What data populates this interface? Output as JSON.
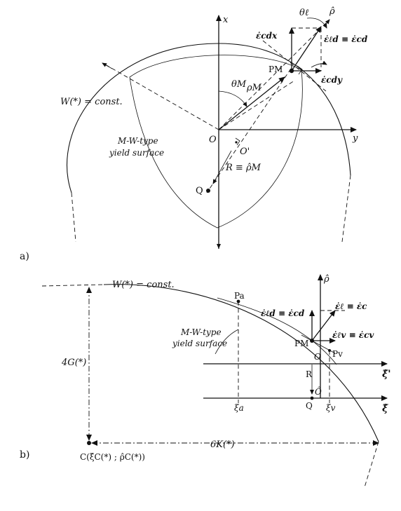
{
  "panel_a": {
    "label": "a)",
    "x_axis": "x",
    "y_axis": "y",
    "rho_axis": "ρ̂",
    "theta_l": "θℓ",
    "eps_d_x": "ε̇cdx",
    "eps_d_eq": "ε̇ℓd ≡ ε̇cd",
    "eps_d_y": "ε̇cdy",
    "P_M": "PM",
    "theta_M": "θM",
    "rho_M": "ρM",
    "O": "O",
    "O_prime": "O'",
    "W_label": "W(*) = const.",
    "yield_line1": "M-W-type",
    "yield_line2": "yield surface",
    "R_label": "R ≡ ρ̂M",
    "Q": "Q"
  },
  "panel_b": {
    "label": "b)",
    "rho_axis": "ρ̂",
    "W_label": "W(*) = const.",
    "P_a": "Pa",
    "eps_d": "ε̇ℓd ≡ ε̇cd",
    "eps_l": "ε̇ℓ ≡ ε̇c",
    "eps_v": "ε̇ℓv ≡ ε̇cv",
    "yield_line1": "M-W-type",
    "yield_line2": "yield surface",
    "P_M": "PM",
    "P_v": "Pv",
    "O": "O",
    "O_hat": "Ô",
    "R": "R",
    "Q": "Q",
    "xi_prime": "ξ̂'",
    "xi_hat": "ξ̂",
    "xi_a": "ξa",
    "xi_v": "ξv",
    "four_G": "4G(*)",
    "six_K": "6K(*)",
    "C_label": "C(ξ̂C(*) ; ρ̂C(*))"
  }
}
